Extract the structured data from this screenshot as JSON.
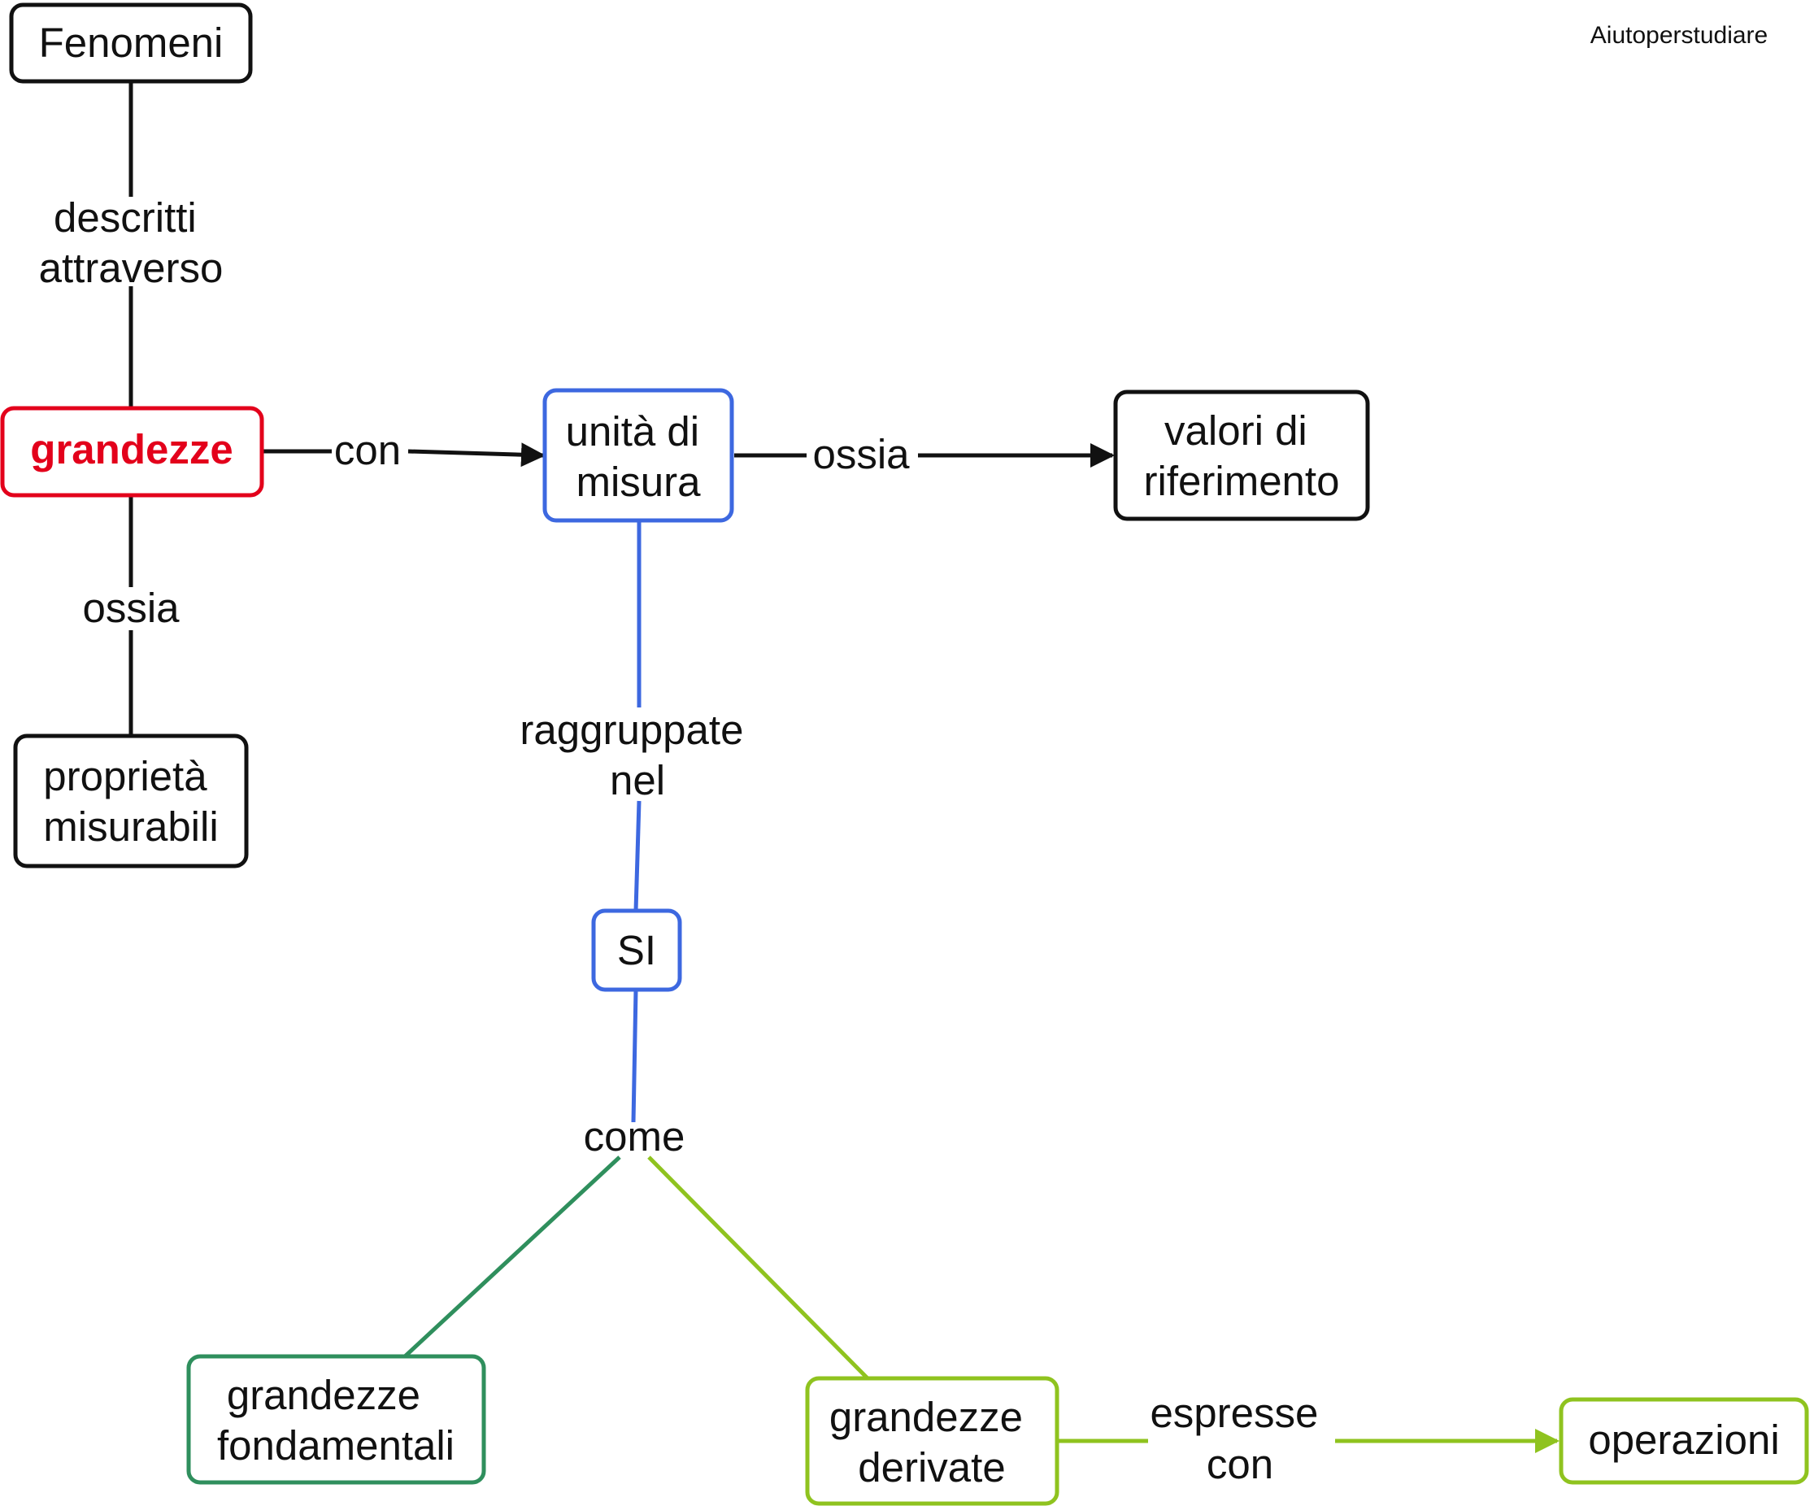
{
  "watermark": "Aiutoperstudiare",
  "colors": {
    "black": "#111111",
    "red": "#e3001b",
    "blue": "#3d68e0",
    "dark_green": "#2f8f5d",
    "light_green": "#8fc31f"
  },
  "nodes": {
    "fenomeni": {
      "lines": [
        "Fenomeni"
      ],
      "color": "black"
    },
    "grandezze": {
      "lines": [
        "grandezze"
      ],
      "color": "red",
      "text_color": "red",
      "bold": true
    },
    "proprieta": {
      "lines": [
        "proprietà",
        "misurabili"
      ],
      "color": "black"
    },
    "unita": {
      "lines": [
        "unità di",
        "misura"
      ],
      "color": "blue"
    },
    "valori": {
      "lines": [
        "valori di",
        "riferimento"
      ],
      "color": "black"
    },
    "si": {
      "lines": [
        "SI"
      ],
      "color": "blue"
    },
    "fondamentali": {
      "lines": [
        "grandezze",
        "fondamentali"
      ],
      "color": "dark_green"
    },
    "derivate": {
      "lines": [
        "grandezze",
        "derivate"
      ],
      "color": "light_green"
    },
    "operazioni": {
      "lines": [
        "operazioni"
      ],
      "color": "light_green"
    }
  },
  "links": {
    "descritti": {
      "lines": [
        "descritti",
        "attraverso"
      ]
    },
    "ossia_vertical": {
      "lines": [
        "ossia"
      ]
    },
    "con": {
      "lines": [
        "con"
      ]
    },
    "ossia_horizontal": {
      "lines": [
        "ossia"
      ]
    },
    "raggruppate": {
      "lines": [
        "raggruppate",
        "nel"
      ]
    },
    "come": {
      "lines": [
        "come"
      ]
    },
    "espresse": {
      "lines": [
        "espresse",
        "con"
      ]
    }
  }
}
